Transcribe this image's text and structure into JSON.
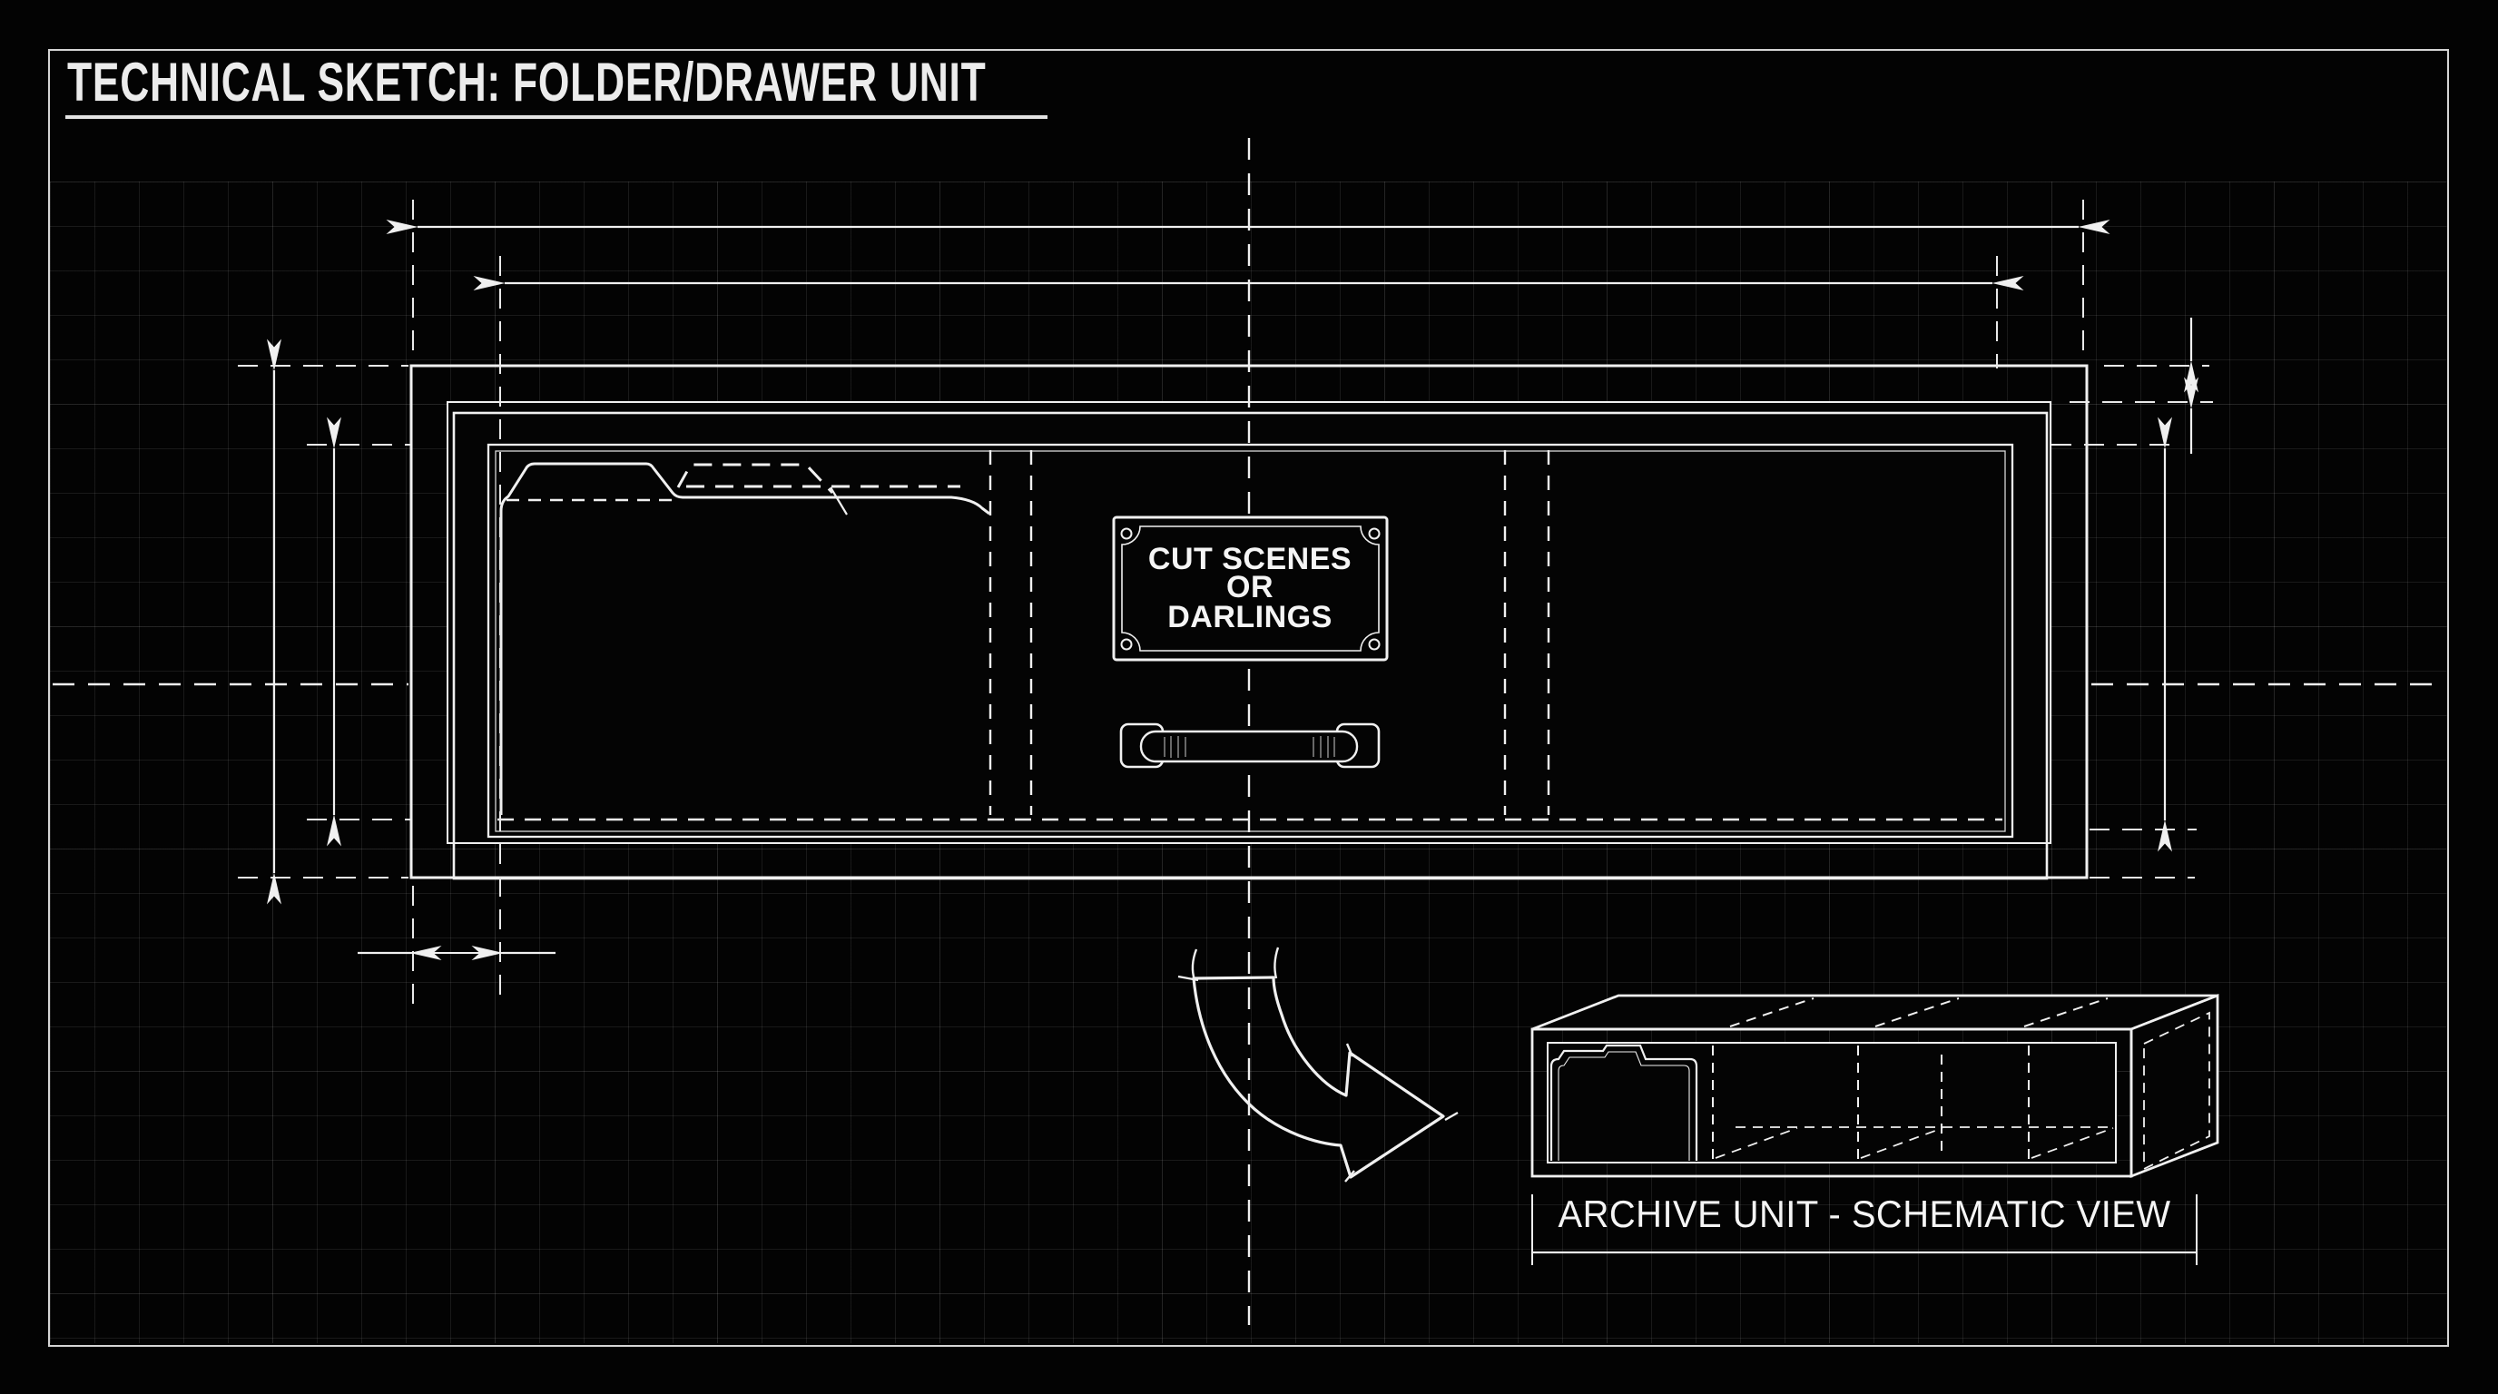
{
  "page": {
    "title": "TECHNICAL SKETCH: FOLDER/DRAWER UNIT"
  },
  "main_view": {
    "plate": {
      "line1": "CUT SCENES",
      "line2": "OR",
      "line3": "DARLINGS"
    }
  },
  "iso_view": {
    "caption": "ARCHIVE UNIT - SCHEMATIC VIEW"
  },
  "colors": {
    "background": "#030303",
    "ink": "#f0f0f0",
    "page_border": "#d5d5d5",
    "grid_line": "#ffffff"
  }
}
